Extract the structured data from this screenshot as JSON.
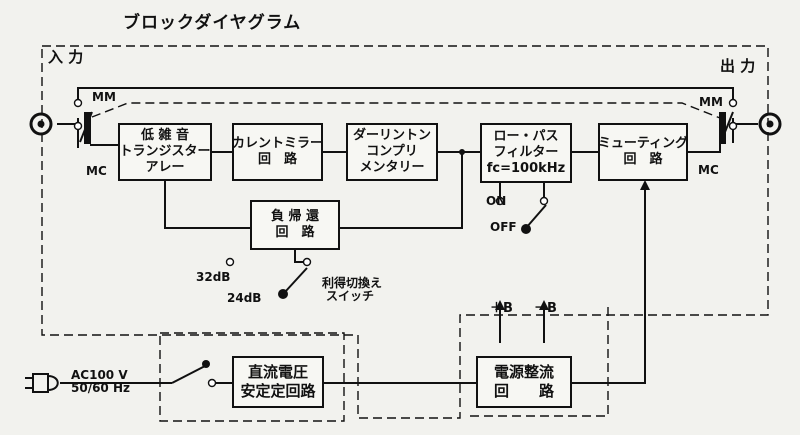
{
  "diagram": {
    "title": "ブロックダイヤグラム",
    "input_label": "入 力",
    "output_label": "出 力",
    "input_mm": "MM",
    "input_mc": "MC",
    "output_mm": "MM",
    "output_mc": "MC",
    "blocks": {
      "low_noise": [
        "低 雑 音",
        "トランジスター",
        "アレー"
      ],
      "current_mirror": [
        "カレントミラー",
        "回　路"
      ],
      "darlington": [
        "ダーリントン",
        "コンプリ",
        "メンタリー"
      ],
      "low_pass": [
        "ロー・パス",
        "フィルター",
        "fc=100kHz"
      ],
      "muting": [
        "ミューティング",
        "回　路"
      ],
      "feedback": [
        "負 帰 還",
        "回　路"
      ],
      "dc_regulator": [
        "直流電圧",
        "安定定回路"
      ],
      "rectifier": [
        "電源整流",
        "回　　路"
      ]
    },
    "filter_switch": {
      "on": "ON",
      "off": "OFF"
    },
    "gain_switch": {
      "high": "32dB",
      "low": "24dB",
      "name": [
        "利得切換え",
        "スイッチ"
      ]
    },
    "supply_plus": "＋B",
    "supply_minus": "－B",
    "ac_input": [
      "AC100 V",
      "50/60 Hz"
    ]
  }
}
